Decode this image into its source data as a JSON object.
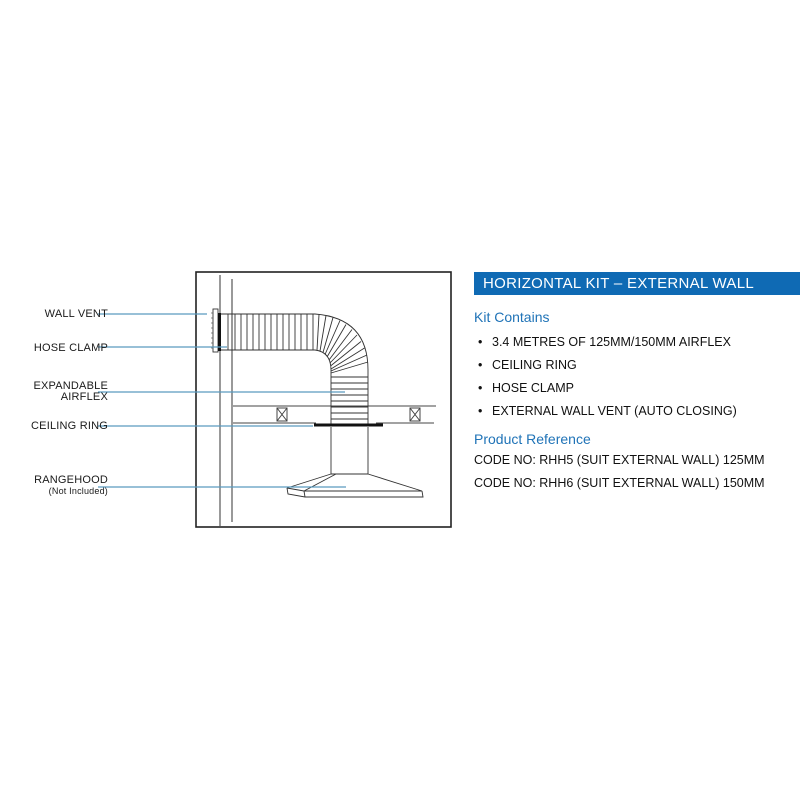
{
  "diagram": {
    "labels": {
      "wall_vent": "WALL VENT",
      "hose_clamp": "HOSE CLAMP",
      "expandable_airflex_line1": "EXPANDABLE",
      "expandable_airflex_line2": "AIRFLEX",
      "ceiling_ring": "CEILING RING",
      "rangehood": "RANGEHOOD",
      "rangehood_note": "(Not Included)"
    },
    "colors": {
      "leader_line": "#5a9bbf",
      "stroke": "#222222"
    }
  },
  "panel": {
    "title": "HORIZONTAL KIT – EXTERNAL WALL",
    "title_bg": "#0f6ab4",
    "kit_contains": {
      "heading": "Kit Contains",
      "items": [
        "3.4 METRES OF 125MM/150MM AIRFLEX",
        "CEILING RING",
        "HOSE CLAMP",
        "EXTERNAL WALL VENT (AUTO CLOSING)"
      ]
    },
    "product_reference": {
      "heading": "Product Reference",
      "codes": [
        "CODE NO: RHH5 (SUIT EXTERNAL WALL) 125MM",
        "CODE NO: RHH6 (SUIT EXTERNAL WALL) 150MM"
      ]
    },
    "bullet": "•"
  }
}
